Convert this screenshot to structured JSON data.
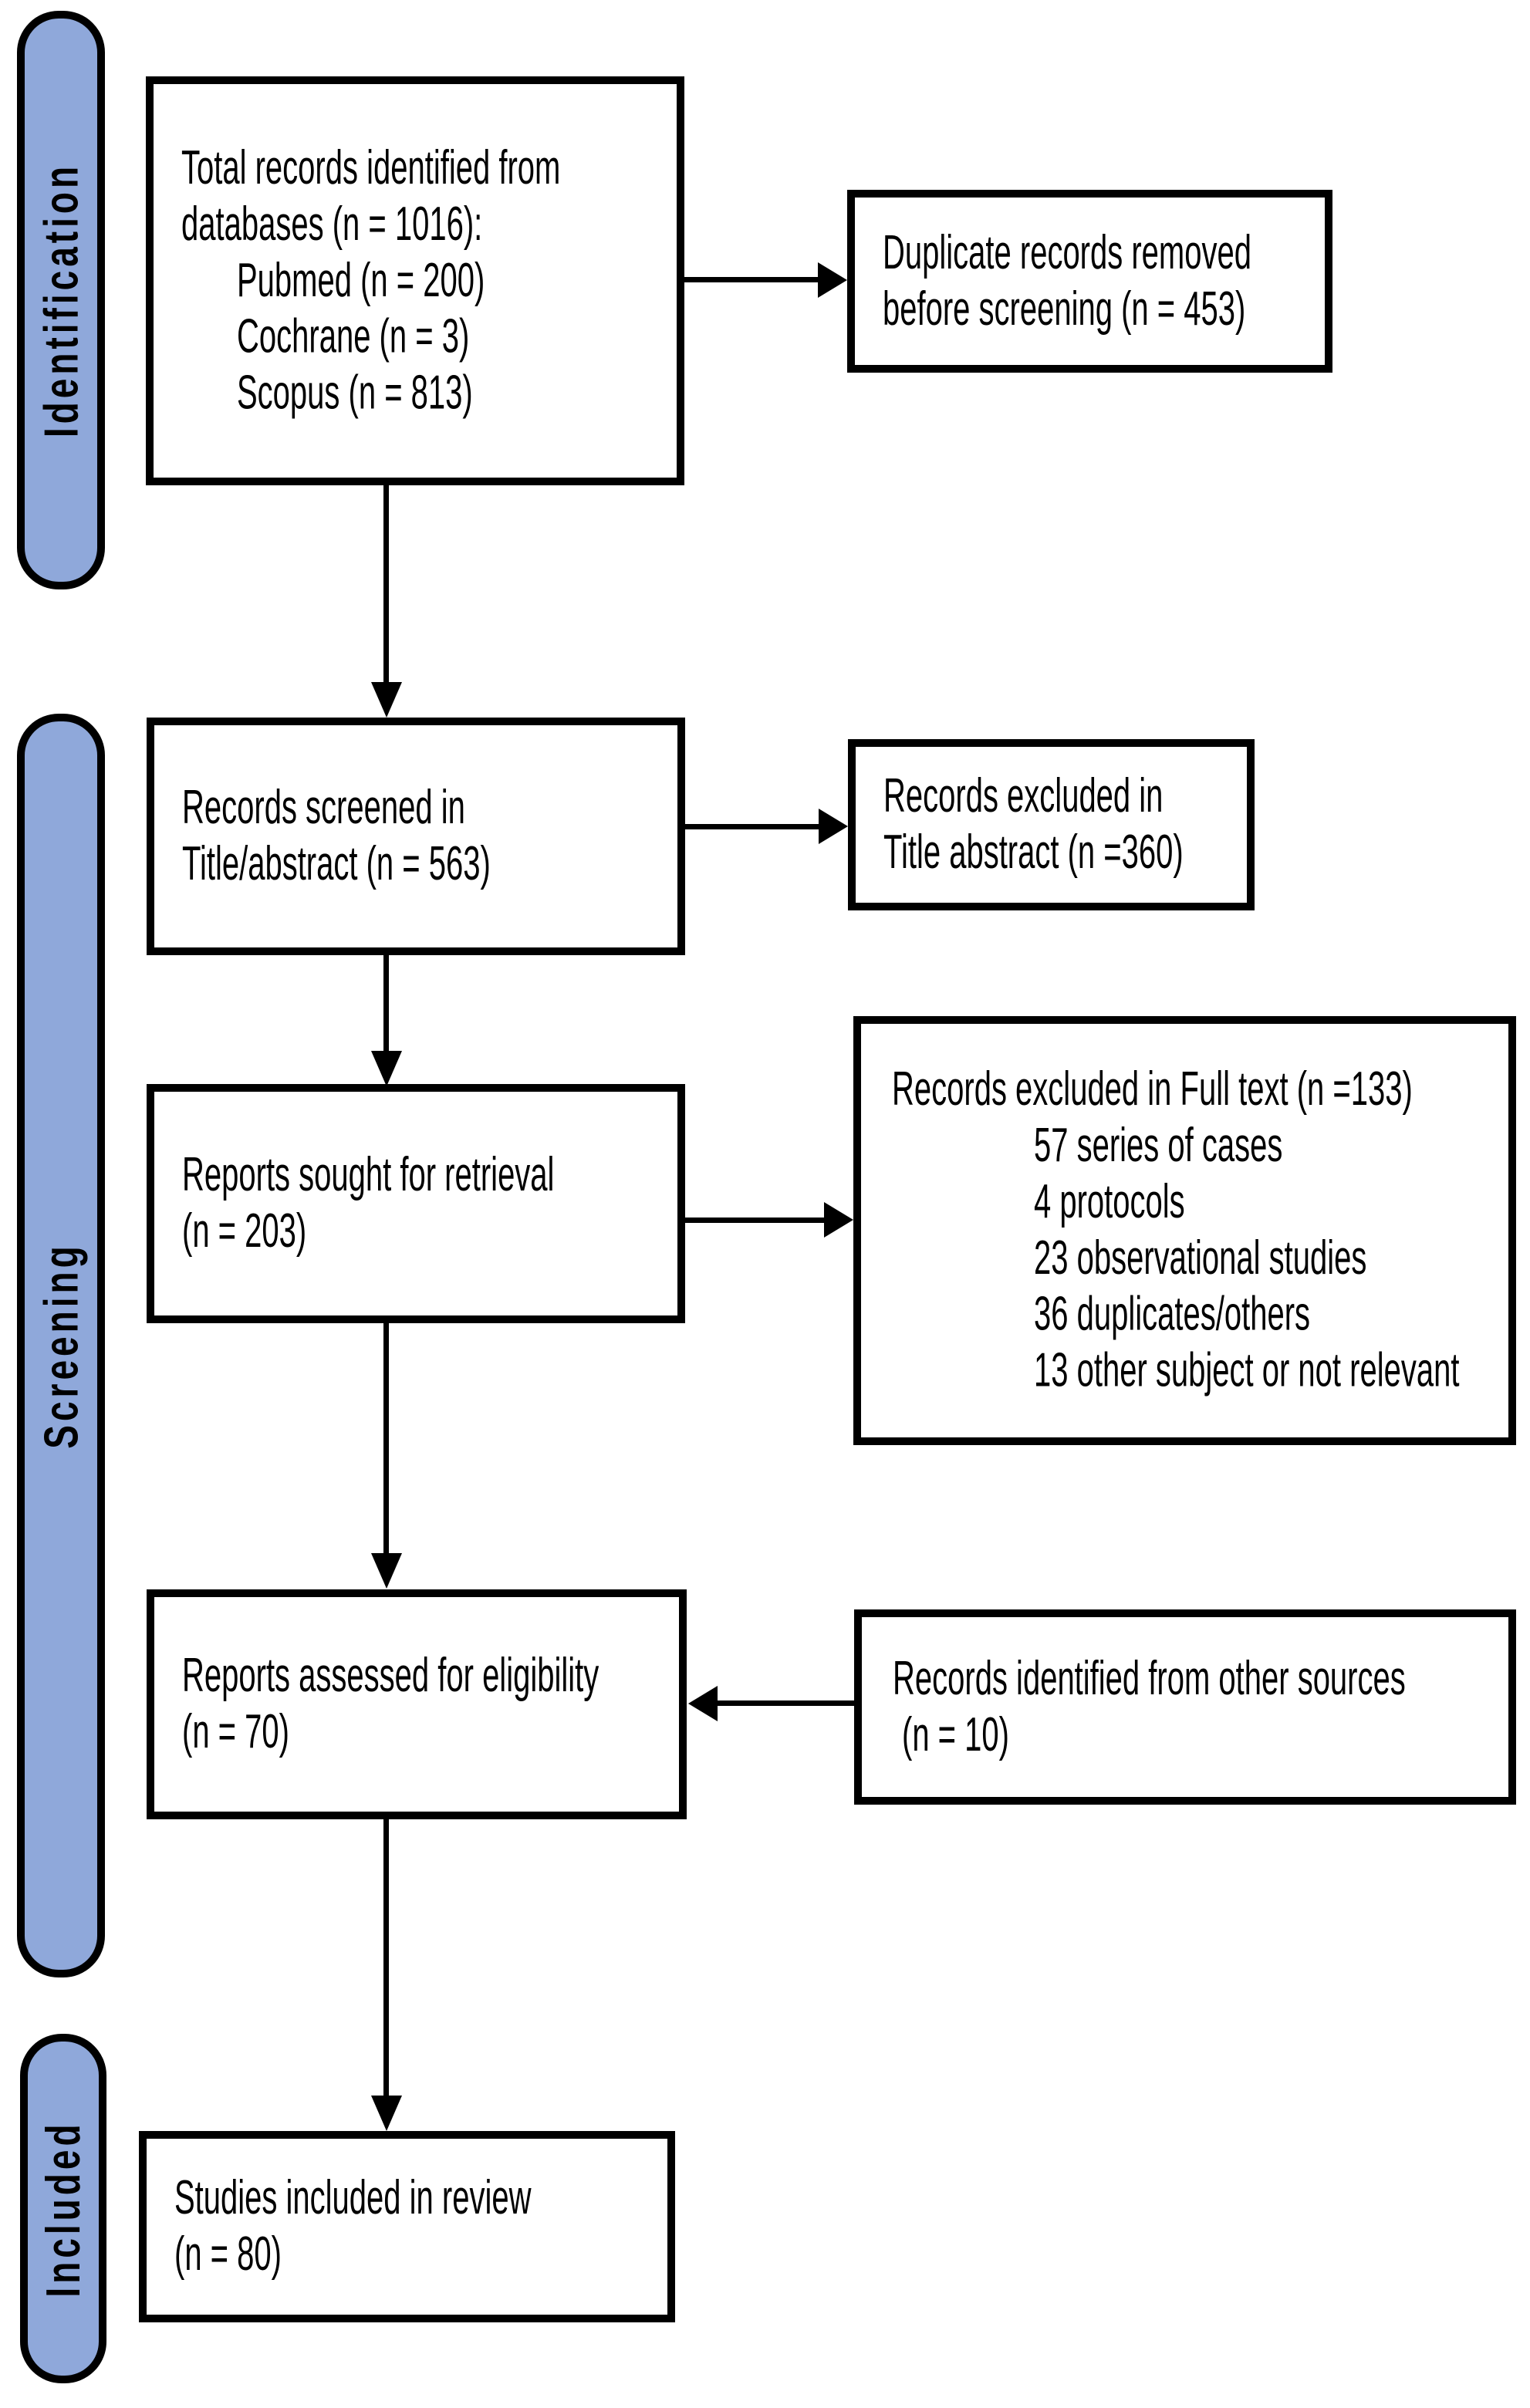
{
  "title": "PRISMA study selection flow diagram",
  "colors": {
    "stage_fill": "#8FA8DA",
    "line": "#000000",
    "background": "#FFFFFF"
  },
  "stages": {
    "identification": "Identification",
    "screening": "Screening",
    "included": "Included"
  },
  "boxes": {
    "records_identified": {
      "line1": "Total records identified from",
      "line2": "databases (n = 1016):",
      "items": [
        "Pubmed (n = 200)",
        "Cochrane (n = 3)",
        "Scopus (n = 813)"
      ]
    },
    "duplicates_removed": {
      "line1": "Duplicate records removed",
      "line2": "before screening (n = 453)"
    },
    "records_screened": {
      "line1": "Records screened in",
      "line2": "Title/abstract (n = 563)"
    },
    "excluded_title_abstract": {
      "line1": "Records excluded in",
      "line2": "Title abstract (n =360)"
    },
    "reports_sought": {
      "line1": "Reports sought for retrieval",
      "line2": "(n = 203)"
    },
    "excluded_full_text": {
      "line1": "Records excluded in Full text (n =133)",
      "items": [
        "57 series of cases",
        "4 protocols",
        "23 observational studies",
        "36 duplicates/others",
        "13 other subject or not relevant"
      ]
    },
    "reports_assessed": {
      "line1": "Reports assessed for eligibility",
      "line2": "(n = 70)"
    },
    "other_sources": {
      "line1": "Records identified from other sources",
      "line2": "(n = 10)"
    },
    "studies_included": {
      "line1": "Studies included in review",
      "line2": "(n = 80)"
    }
  },
  "connections": [
    {
      "from": "records_identified",
      "to": "duplicates_removed",
      "direction": "right"
    },
    {
      "from": "records_identified",
      "to": "records_screened",
      "direction": "down"
    },
    {
      "from": "records_screened",
      "to": "excluded_title_abstract",
      "direction": "right"
    },
    {
      "from": "records_screened",
      "to": "reports_sought",
      "direction": "down"
    },
    {
      "from": "reports_sought",
      "to": "excluded_full_text",
      "direction": "right"
    },
    {
      "from": "reports_sought",
      "to": "reports_assessed",
      "direction": "down"
    },
    {
      "from": "other_sources",
      "to": "reports_assessed",
      "direction": "left"
    },
    {
      "from": "reports_assessed",
      "to": "studies_included",
      "direction": "down"
    }
  ]
}
